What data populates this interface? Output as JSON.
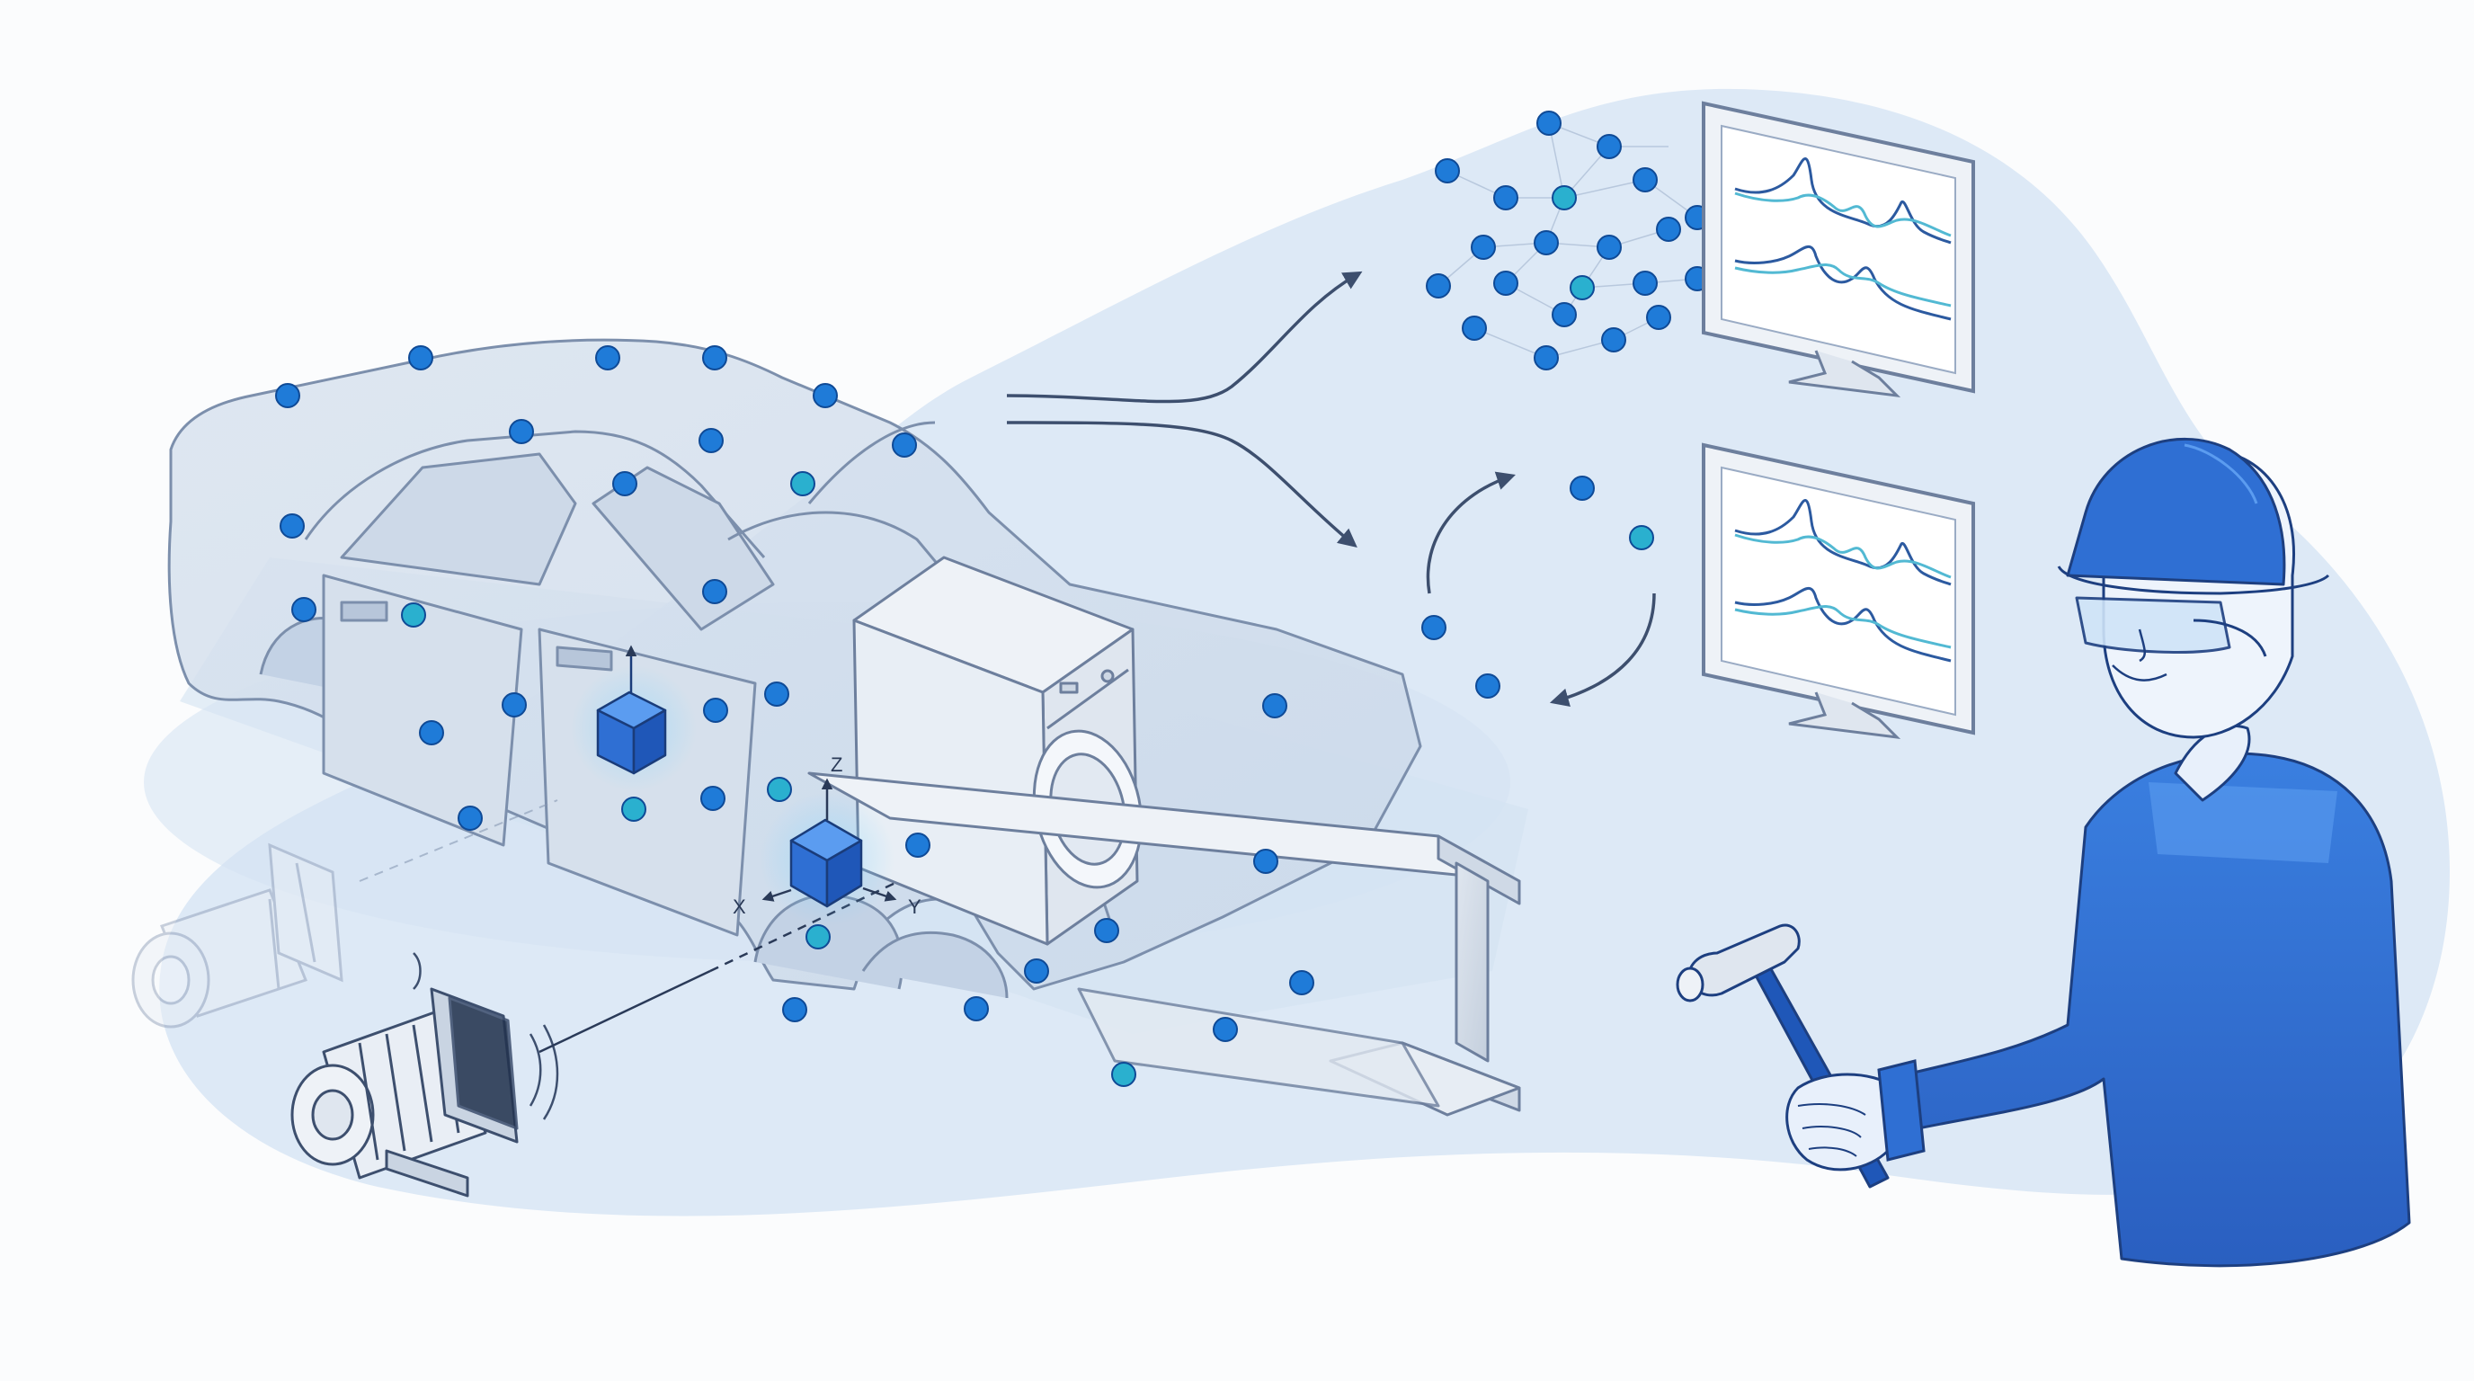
{
  "axis_labels": {
    "z": "Z",
    "x": "X",
    "y": "Y"
  },
  "colors": {
    "background": "#fbfcfd",
    "wash": "#dde9f6",
    "outline": "#7c8fac",
    "sensor": "#1f7bd8",
    "sensor_teal": "#2ab0cf",
    "accent_blue": "#2f6fd3",
    "plot_line_dark": "#2c5aa0",
    "plot_line_light": "#52b9d3"
  },
  "icons": [
    "car-body-wireframe",
    "shaker-motor-icon",
    "washing-machine-icon",
    "i-beam-icon",
    "triaxial-accelerometer-icon",
    "sensor-network-icon",
    "circular-arrows-icon",
    "monitor-fft-icon",
    "engineer-icon",
    "impact-hammer-icon"
  ]
}
